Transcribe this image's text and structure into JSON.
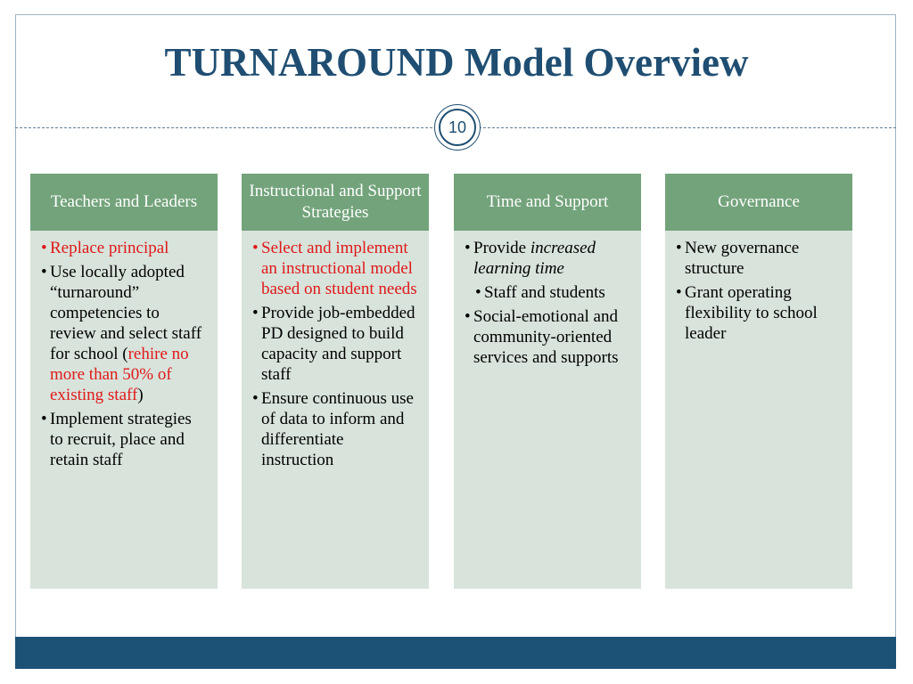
{
  "title": "TURNAROUND Model Overview",
  "slide_number": "10",
  "colors": {
    "title": "#1f4e72",
    "header": "#73a37b",
    "panel": "#d8e3db",
    "highlight": "#e0191a",
    "footer": "#1b5275"
  },
  "columns": [
    {
      "header": "Teachers and Leaders",
      "items": {
        "replace_principal": "Replace principal",
        "use_locally_pre": "Use locally adopted “turnaround” competencies to review and select staff for school (",
        "use_locally_red": "rehire no more than 50% of existing staff",
        "use_locally_post": ")",
        "implement": "Implement strategies to recruit, place and retain staff"
      }
    },
    {
      "header": "Instructional  and Support Strategies",
      "items": {
        "select": "Select and implement an instructional model based on student needs",
        "provide_pd": "Provide job-embedded PD designed to build capacity and support staff",
        "ensure": "Ensure continuous use of data to inform and differentiate instruction"
      }
    },
    {
      "header": "Time and Support",
      "items": {
        "provide_pre": "Provide ",
        "provide_italic": "increased learning time",
        "staff_students": "Staff and students",
        "social": "Social-emotional and community-oriented services and supports"
      }
    },
    {
      "header": "Governance",
      "items": {
        "new_structure": "New governance structure",
        "grant": "Grant operating flexibility to school leader"
      }
    }
  ]
}
